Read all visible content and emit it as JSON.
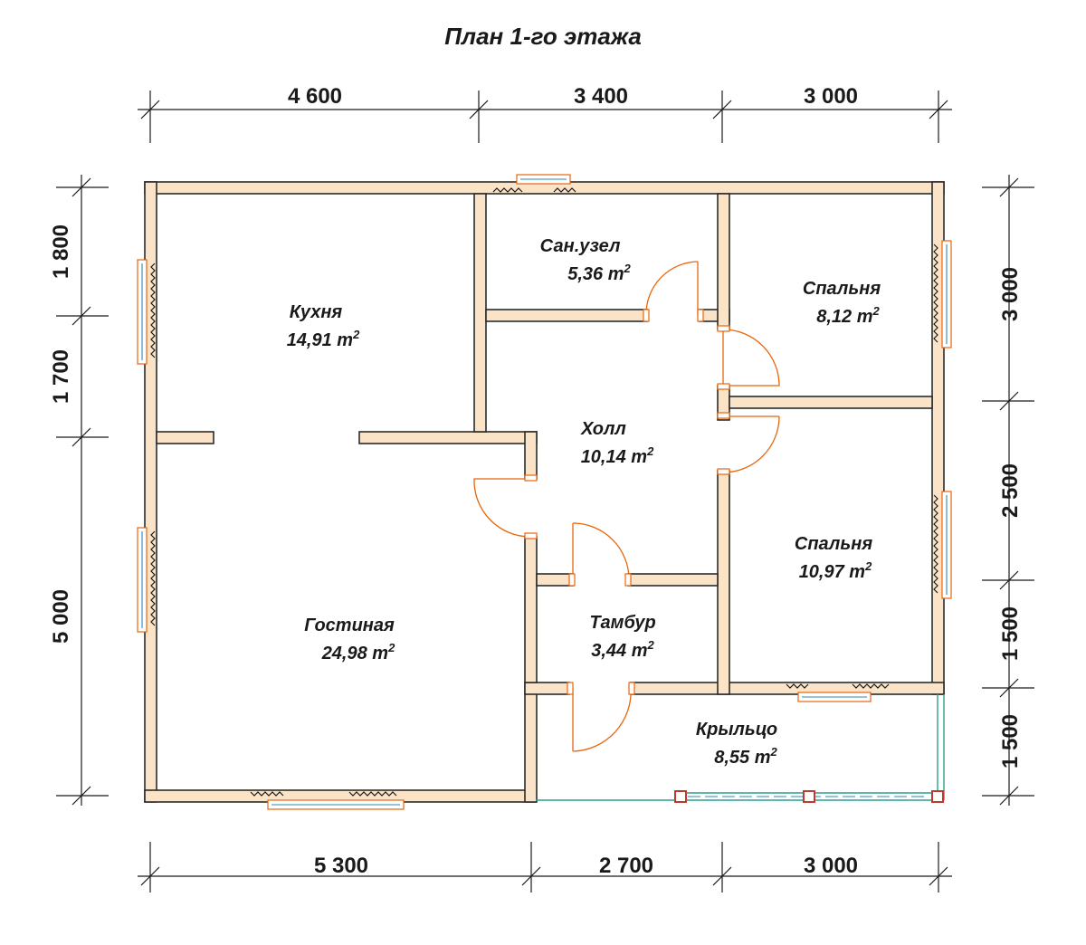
{
  "title": "План 1-го этажа",
  "dimensions": {
    "top": [
      "4 600",
      "3 400",
      "3 000"
    ],
    "bottom": [
      "5 300",
      "2 700",
      "3 000"
    ],
    "left": [
      "1 800",
      "1 700",
      "5 000"
    ],
    "right": [
      "3 000",
      "2 500",
      "1 500",
      "1 500"
    ]
  },
  "rooms": {
    "kitchen": {
      "name": "Кухня",
      "area": "14,91 m",
      "sup": "2"
    },
    "bath": {
      "name": "Сан.узел",
      "area": "5,36 m",
      "sup": "2"
    },
    "bedroom1": {
      "name": "Спальня",
      "area": "8,12 m",
      "sup": "2"
    },
    "hall": {
      "name": "Холл",
      "area": "10,14 m",
      "sup": "2"
    },
    "bedroom2": {
      "name": "Спальня",
      "area": "10,97 m",
      "sup": "2"
    },
    "living": {
      "name": "Гостиная",
      "area": "24,98 m",
      "sup": "2"
    },
    "vestibule": {
      "name": "Тамбур",
      "area": "3,44 m",
      "sup": "2"
    },
    "porch": {
      "name": "Крыльцо",
      "area": "8,55 m",
      "sup": "2"
    }
  },
  "colors": {
    "wall": "#fbe3c8",
    "door": "#e8650a",
    "glass": "#2a88b4",
    "porch_line": "#2aa08a",
    "post": "#c0392b"
  }
}
